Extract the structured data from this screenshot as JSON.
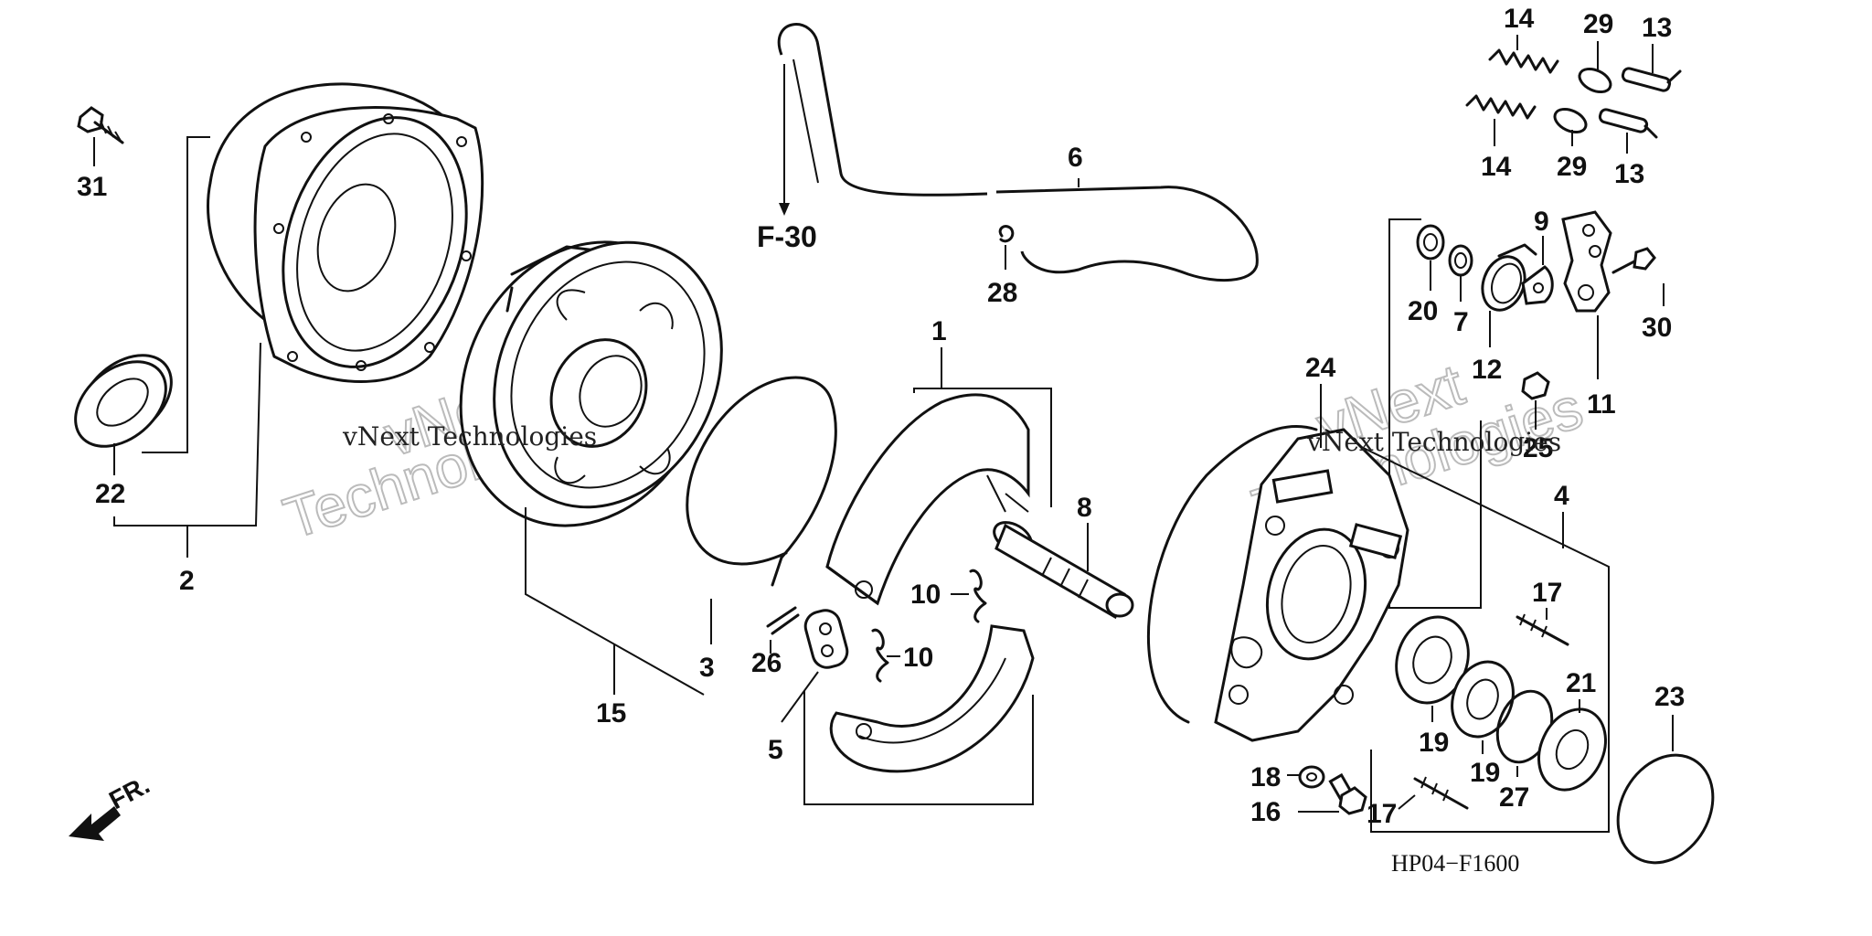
{
  "diagram": {
    "reference": "F-30",
    "code": "HP04−F1600",
    "direction_label": "FR.",
    "watermark": {
      "company_line": "vNext Technologies",
      "big_word_1": "vNext",
      "big_word_2": "Technologies"
    },
    "callouts": {
      "p1": "1",
      "p2": "2",
      "p3": "3",
      "p4": "4",
      "p5": "5",
      "p6": "6",
      "p7": "7",
      "p8": "8",
      "p9": "9",
      "p10a": "10",
      "p10b": "10",
      "p11": "11",
      "p12": "12",
      "p13a": "13",
      "p13b": "13",
      "p14a": "14",
      "p14b": "14",
      "p15": "15",
      "p16": "16",
      "p17a": "17",
      "p17b": "17",
      "p18": "18",
      "p19a": "19",
      "p19b": "19",
      "p20": "20",
      "p21": "21",
      "p22": "22",
      "p23": "23",
      "p24": "24",
      "p25": "25",
      "p26": "26",
      "p27": "27",
      "p28": "28",
      "p29a": "29",
      "p29b": "29",
      "p30": "30",
      "p31": "31"
    }
  }
}
